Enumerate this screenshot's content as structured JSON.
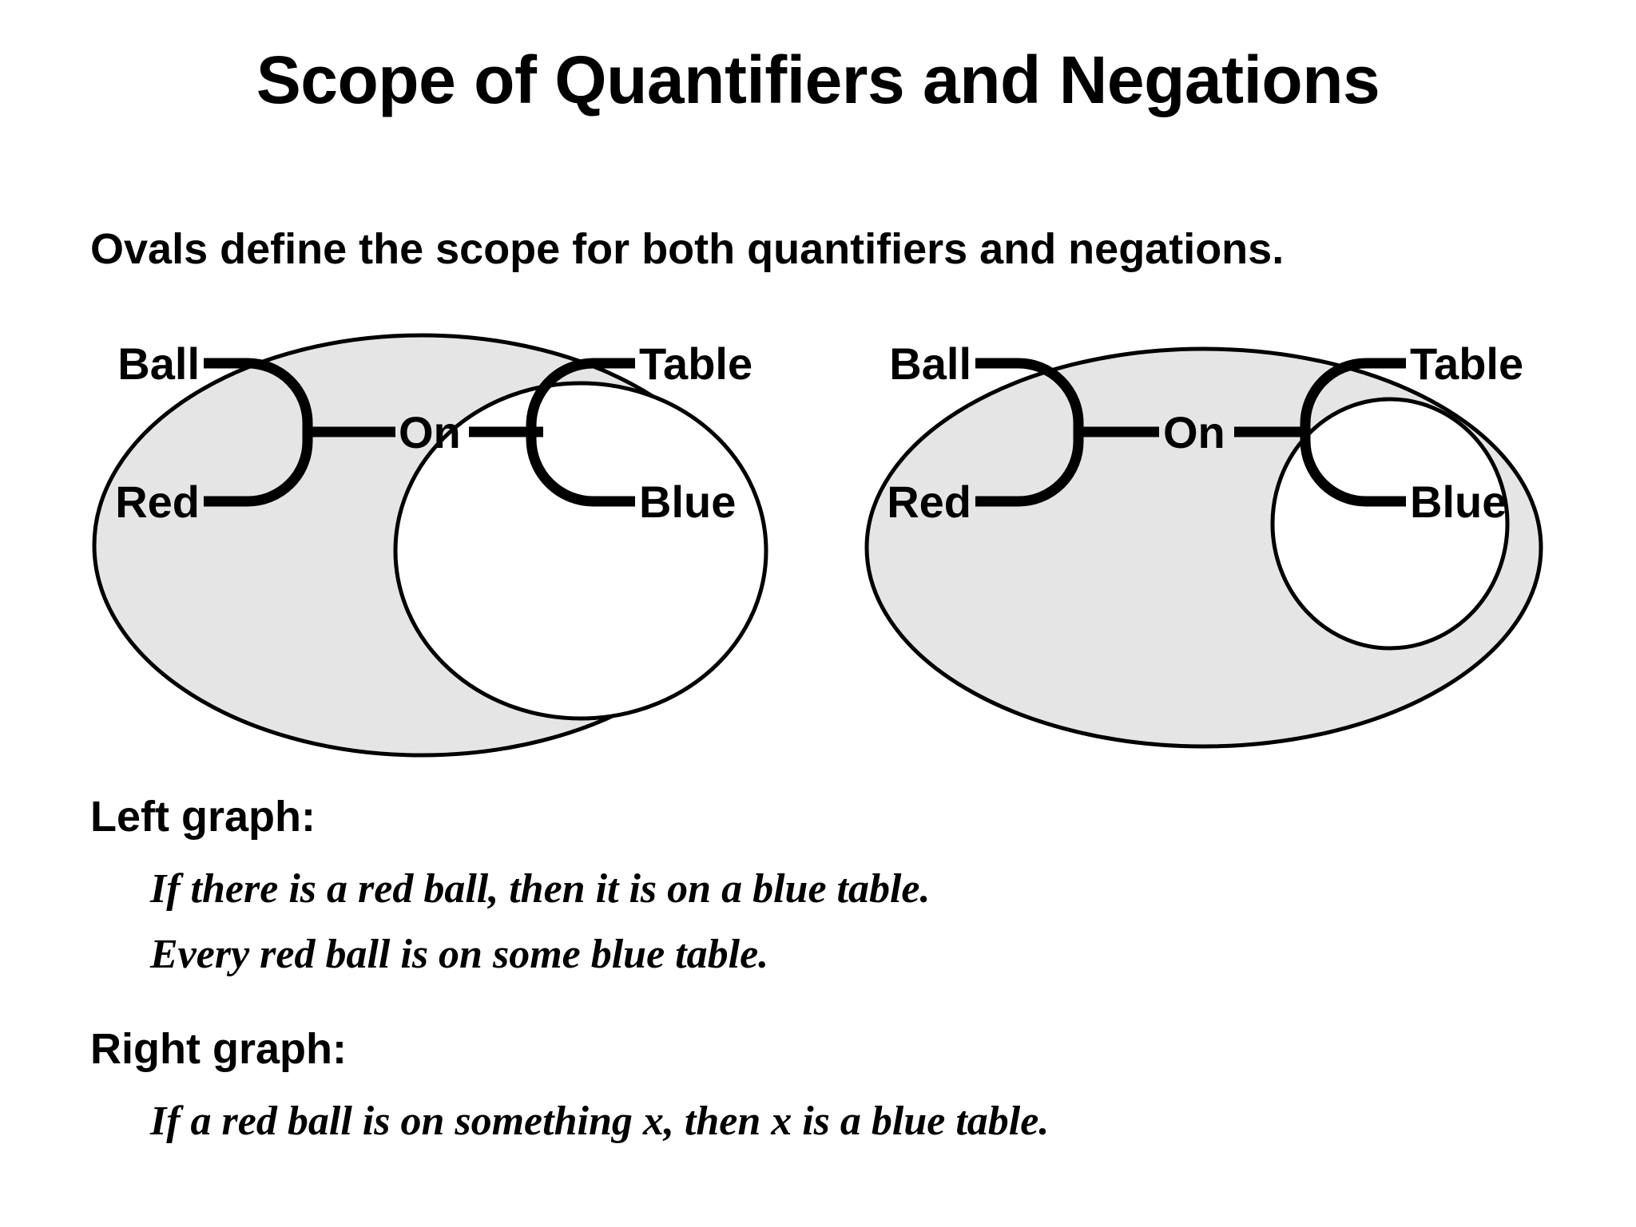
{
  "slide": {
    "title": "Scope of Quantifiers and Negations",
    "subtitle": "Ovals define the scope for both quantifiers and negations."
  },
  "diagrams": {
    "left": {
      "name": "left-graph",
      "outer_oval_fill": "#e5e5e5",
      "inner_oval_fill": "#ffffff",
      "stroke_color": "#000000",
      "nodes": {
        "ball": "Ball",
        "red": "Red",
        "on": "On",
        "table": "Table",
        "blue": "Blue"
      },
      "scope_note": "On, Table and Blue are inside the inner oval"
    },
    "right": {
      "name": "right-graph",
      "outer_oval_fill": "#e5e5e5",
      "inner_oval_fill": "#ffffff",
      "stroke_color": "#000000",
      "nodes": {
        "ball": "Ball",
        "red": "Red",
        "on": "On",
        "table": "Table",
        "blue": "Blue"
      },
      "scope_note": "Only Table and Blue are inside the inner oval"
    }
  },
  "explanations": [
    {
      "heading": "Left graph:",
      "lines": [
        "If there is a red ball, then it is on a blue table.",
        "Every red ball is on some blue table."
      ]
    },
    {
      "heading": "Right graph:",
      "lines": [
        "If a red ball is on something x, then x is a blue table."
      ]
    }
  ]
}
